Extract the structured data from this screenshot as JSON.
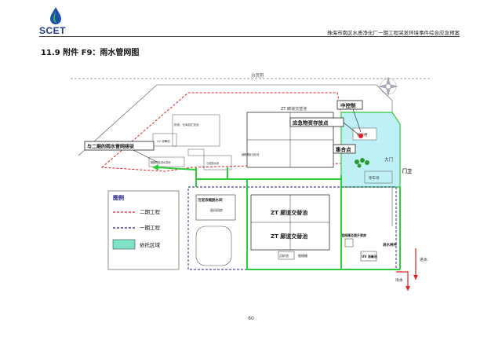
{
  "header": {
    "brand": "SCET",
    "doc_title": "珠海市南区水质净化厂一期工程突发环境事件综合应急预案"
  },
  "section": {
    "title": "11.9   附件 F9：雨水管网图"
  },
  "map": {
    "road_label": "分页符",
    "label_zt_1": "ZT 廊道交替池",
    "label_zt_2": "ZT 廊道交替池",
    "label_zt_3": "ZT 廊道交替池",
    "central_control": "中控制",
    "emergency_storage": "应急物资存放点",
    "assembly_point": "集合点",
    "office_building": "综合楼",
    "gate_label": "大门",
    "guard_label": "门卫",
    "parking_label": "停车场",
    "phase2_connection": "与二期的雨水管网接驳",
    "sludge_pump_room": "污泥浓缩脱水间",
    "blower_room": "鼓风机房",
    "sand_tank": "沉砂池",
    "grille_room": "细格栅",
    "coarse_grille": "粗格栅及提升泵房",
    "uv_pool": "UV 消毒池",
    "inlet_well": "进水闸井",
    "inlet_water": "进水",
    "outlet_water": "出水",
    "building_small_1": "机修、仓库及贮泥池",
    "building_small_2": "UV 消毒池",
    "building_small_3": "粗格栅及进水泵房",
    "building_small_4": "污泥脱水间",
    "building_small_5": "细格栅及沉砂池"
  },
  "legend": {
    "title": "图例",
    "phase2": "二期工程",
    "phase1": "一期工程",
    "tenant": "依托区域"
  },
  "colors": {
    "phase2_line": "#e02020",
    "phase1_line": "#1a1a80",
    "stormwater_pipe": "#2dcc3a",
    "tenant_area": "#bff0f5",
    "legend_fill": "#7ee3c6"
  },
  "footer": {
    "page": "60"
  }
}
